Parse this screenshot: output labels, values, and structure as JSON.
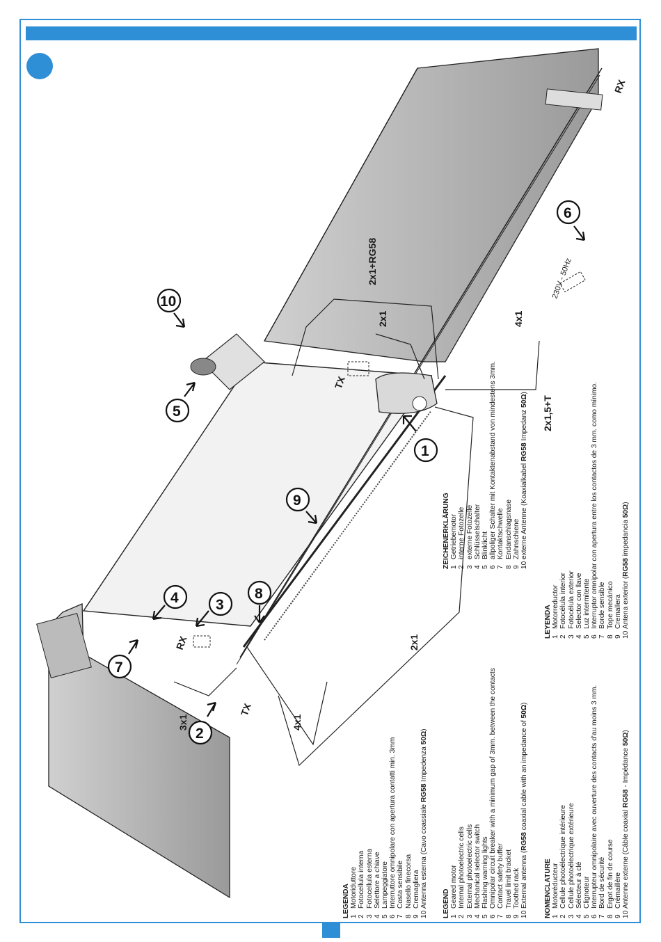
{
  "wires": {
    "w1": "2x1+RG58",
    "w2": "2x1",
    "w3": "4x1",
    "w4": "2x1,5+T",
    "w5": "2x1",
    "w6": "3x1",
    "w7": "4x1"
  },
  "devices": {
    "rx_right": "RX",
    "tx_center": "TX",
    "rx_left": "RX",
    "tx_left": "TX",
    "mains": "230V - 50Hz"
  },
  "callouts": [
    "1",
    "2",
    "3",
    "4",
    "5",
    "6",
    "7",
    "8",
    "9",
    "10"
  ],
  "legends": [
    {
      "heading": "LEGENDA",
      "items": [
        {
          "n": "1",
          "text": "Motoriduttore"
        },
        {
          "n": "2",
          "text": "Fotocellula interna"
        },
        {
          "n": "3",
          "text": "Fotocellula esterna"
        },
        {
          "n": "4",
          "text": "Selettore a chiave"
        },
        {
          "n": "5",
          "text": "Lampeggiatore"
        },
        {
          "n": "6",
          "text": "Interruttore omnipolare con apertura contatti min. 3mm"
        },
        {
          "n": "7",
          "text": "Costa sensibile"
        },
        {
          "n": "8",
          "text": "Nasello finecorsa"
        },
        {
          "n": "9",
          "text": "Cremagliera"
        },
        {
          "n": "10",
          "pre": "Antenna esterna (Cavo coassiale ",
          "bold": "RG58",
          "post": " Impedenza ",
          "bold2": "50Ω",
          "post2": ")"
        }
      ]
    },
    {
      "heading": "LEGEND",
      "items": [
        {
          "n": "1",
          "text": "Geared motor"
        },
        {
          "n": "2",
          "text": "Internal photoelectric cells"
        },
        {
          "n": "3",
          "text": "External photoelectric cells"
        },
        {
          "n": "4",
          "text": "Mechanical selector switch"
        },
        {
          "n": "5",
          "text": "Flashing warning lights"
        },
        {
          "n": "6",
          "text": "Omnipolar circuit breaker with a minimum gap of 3mm. between the contacts"
        },
        {
          "n": "7",
          "text": "Contact safety buffer"
        },
        {
          "n": "8",
          "text": "Travel limit bracket"
        },
        {
          "n": "9",
          "text": "Toothed rack"
        },
        {
          "n": "10",
          "pre": "External antenna (",
          "bold": "RG58",
          "post": " coaxial cable with an impedance of ",
          "bold2": "50Ω",
          "post2": ")"
        }
      ]
    },
    {
      "heading": "ZEICHENERKLÄRUNG",
      "items": [
        {
          "n": "1",
          "text": "Getriebemotor"
        },
        {
          "n": "2",
          "text": "interne Fotozelle"
        },
        {
          "n": "3",
          "text": "externe Fotozelle"
        },
        {
          "n": "4",
          "text": "Schlüsselschalter"
        },
        {
          "n": "5",
          "text": "Blinklicht"
        },
        {
          "n": "6",
          "text": "allpoliger Schalter mit Kontaktenabstand von mindestens 3mm."
        },
        {
          "n": "7",
          "text": "Kontaktschwelle"
        },
        {
          "n": "8",
          "text": "Endanschlagsnase"
        },
        {
          "n": "9",
          "text": "Zahnschiene"
        },
        {
          "n": "10",
          "pre": "externe Antenne (Koaxialkabel ",
          "bold": "RG58",
          "post": " Impedanz ",
          "bold2": "50Ω",
          "post2": ")"
        }
      ]
    },
    {
      "heading": "LEYENDA",
      "items": [
        {
          "n": "1",
          "text": "Motorreductor"
        },
        {
          "n": "2",
          "text": "Fotocélula interior"
        },
        {
          "n": "3",
          "text": "Fotocélula exterior"
        },
        {
          "n": "4",
          "text": "Selector con llave"
        },
        {
          "n": "5",
          "text": "Luz intermitente"
        },
        {
          "n": "6",
          "text": "Interruptor omnipolar con apertura entre los contactos de 3 mm. como mínimo."
        },
        {
          "n": "7",
          "text": "Borde sensible"
        },
        {
          "n": "8",
          "text": "Tope mecánico"
        },
        {
          "n": "9",
          "text": "Cremallera"
        },
        {
          "n": "10",
          "pre": "Antena exterior (",
          "bold": "RG58",
          "post": " impedancia ",
          "bold2": "50Ω",
          "post2": ")"
        }
      ]
    },
    {
      "heading": "NOMENCLATURE",
      "items": [
        {
          "n": "1",
          "text": "Motoréducteur"
        },
        {
          "n": "2",
          "text": "Cellule photoélectrique intérieure"
        },
        {
          "n": "3",
          "text": "Cellule photoélectrique extérieure"
        },
        {
          "n": "4",
          "text": "Sélecteur à clé"
        },
        {
          "n": "5",
          "text": "Clignoteur"
        },
        {
          "n": "6",
          "text": "Interrupteur omnipolaire avec ouverture des contacts d'au moins 3 mm."
        },
        {
          "n": "7",
          "text": "Bord de sécurité"
        },
        {
          "n": "8",
          "text": "Ergot de fin de course"
        },
        {
          "n": "9",
          "text": "Crémaillère"
        },
        {
          "n": "10",
          "pre": "Antenne externe (Câble coaxial ",
          "bold": "RG58",
          "post": " - Impédance ",
          "bold2": "50Ω",
          "post2": ")"
        }
      ]
    }
  ]
}
